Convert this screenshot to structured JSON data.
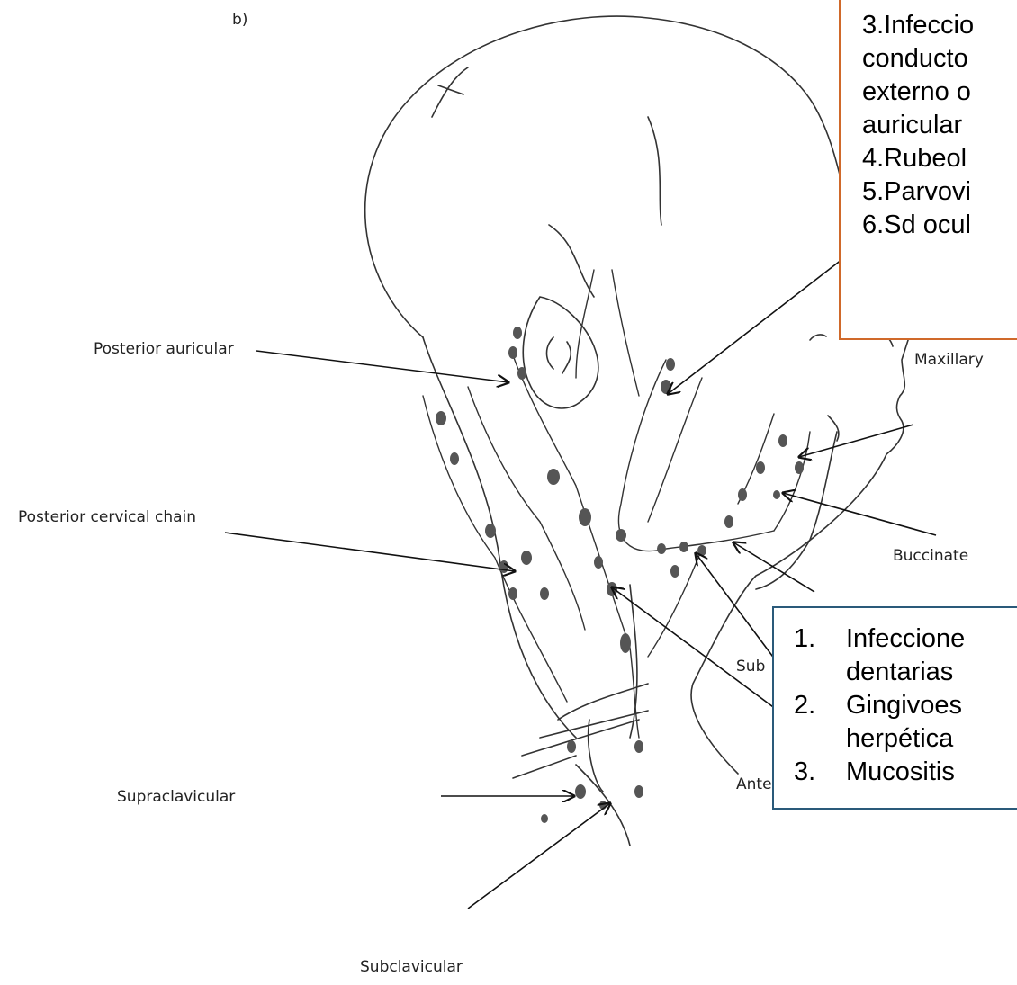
{
  "panel_letter": "b)",
  "labels": {
    "posterior_auricular": "Posterior auricular",
    "posterior_cervical_chain": "Posterior cervical chain",
    "supraclavicular": "Supraclavicular",
    "subclavicular": "Subclavicular",
    "maxillary": "Maxillary",
    "buccinate": "Buccinate",
    "sub_partial": "Sub",
    "ante_partial": "Ante"
  },
  "callout_top": {
    "lines": [
      "3.Infeccio",
      "conducto",
      "externo o",
      "auricular",
      "4.Rubeol",
      "5.Parvovi",
      "6.Sd ocul"
    ]
  },
  "callout_bottom": {
    "items": [
      {
        "num": "1.",
        "text": "Infeccione",
        "cont": "dentarias"
      },
      {
        "num": "2.",
        "text": "Gingivoes",
        "cont": "herpética"
      },
      {
        "num": "3.",
        "text": "Mucositis",
        "cont": ""
      }
    ]
  },
  "colors": {
    "callout_top_border": "#d0692a",
    "callout_bottom_border": "#2a5a7a",
    "line_art": "#333333",
    "node_fill": "#555555"
  }
}
